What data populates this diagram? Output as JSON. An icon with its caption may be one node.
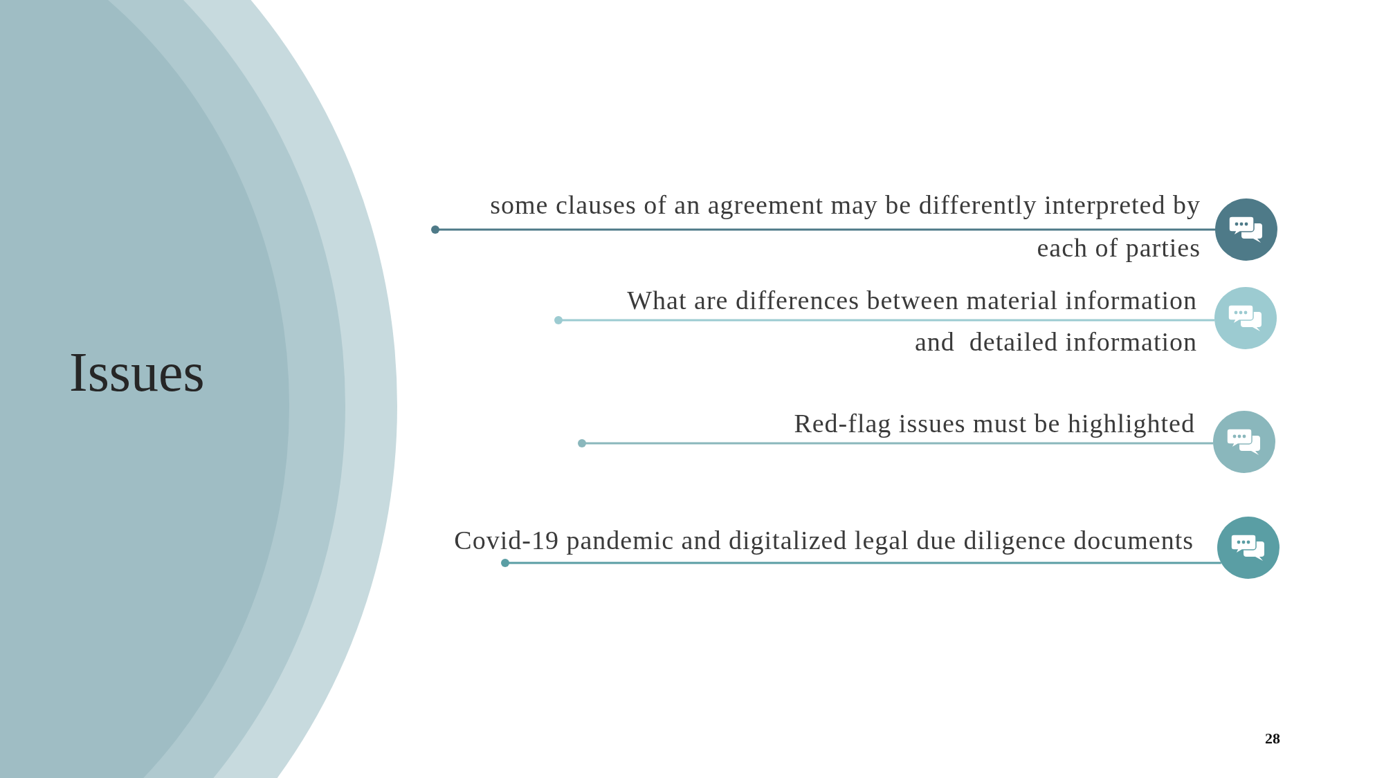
{
  "diagram": {
    "title": "Issues",
    "nodes": [
      {
        "text": [],
        "shape": "circle",
        "beside": [
          "some clauses of an agreement may be differently interpreted by each of parties"
        ]
      },
      {
        "text": [],
        "shape": "circle",
        "beside": [
          "What are differences between material information and  detailed information"
        ]
      },
      {
        "text": [],
        "shape": "circle",
        "beside": [
          "Red-flag issues must be highlighted"
        ]
      },
      {
        "text": [],
        "shape": "circle",
        "beside": [
          "Covid-19 pandemic and digitalized legal due diligence documents"
        ]
      }
    ],
    "edges": [
      {
        "from": null,
        "to": 0,
        "arrow": "other",
        "color": "#4e7a88"
      },
      {
        "from": null,
        "to": 1,
        "arrow": "other",
        "color": "#9ccbd1"
      },
      {
        "from": null,
        "to": 2,
        "arrow": "other",
        "color": "#8ab7bc"
      },
      {
        "from": null,
        "to": 3,
        "arrow": "other",
        "color": "#5a9ea4"
      }
    ],
    "labels": [
      "28"
    ]
  }
}
